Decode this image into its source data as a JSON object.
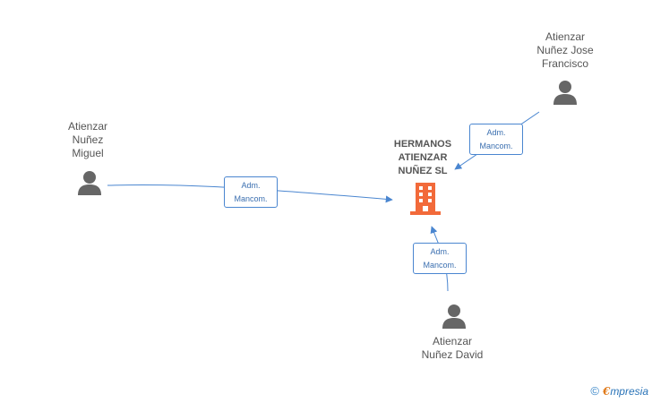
{
  "company": {
    "name_lines": [
      "HERMANOS",
      "ATIENZAR",
      "NUÑEZ SL"
    ],
    "icon": "building-icon",
    "color": "#f26a3a"
  },
  "persons": [
    {
      "id": "miguel",
      "name_lines": [
        "Atienzar",
        "Nuñez",
        "Miguel"
      ],
      "icon": "person-icon"
    },
    {
      "id": "jose",
      "name_lines": [
        "Atienzar",
        "Nuñez Jose",
        "Francisco"
      ],
      "icon": "person-icon"
    },
    {
      "id": "david",
      "name_lines": [
        "Atienzar",
        "Nuñez David"
      ],
      "icon": "person-icon"
    }
  ],
  "relations": [
    {
      "from": "miguel",
      "line1": "Adm.",
      "line2": "Mancom."
    },
    {
      "from": "jose",
      "line1": "Adm.",
      "line2": "Mancom."
    },
    {
      "from": "david",
      "line1": "Adm.",
      "line2": "Mancom."
    }
  ],
  "colors": {
    "edge": "#4a86d0",
    "person": "#666666",
    "text": "#555555"
  },
  "brand": {
    "copyright": "©",
    "logo_e": "€",
    "logo_rest": "mpresia"
  }
}
